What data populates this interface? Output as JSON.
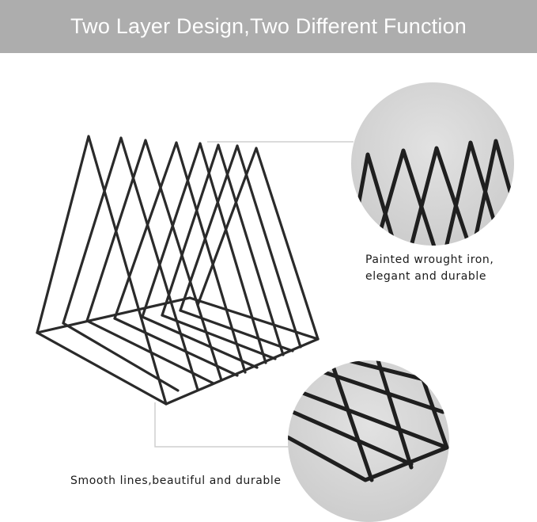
{
  "banner": {
    "title": "Two Layer Design,Two Different Function",
    "background_color": "#adadad",
    "text_color": "#ffffff"
  },
  "product": {
    "name": "triangle wire file rack",
    "finish_color": "#2a2a2a",
    "slot_count": 8
  },
  "callouts": [
    {
      "id": "detail-top",
      "caption_lines": [
        "Painted wrought iron,",
        "elegant and durable"
      ],
      "detail": "zig-zag top wire peaks"
    },
    {
      "id": "detail-bottom",
      "caption_lines": [
        "Smooth lines,beautiful and durable"
      ],
      "detail": "base wire joints"
    }
  ],
  "colors": {
    "circle_fill": "#d9d9d9",
    "callout_line": "#cfcfcf",
    "wire": "#2a2a2a",
    "caption_text": "#1a1a1a"
  }
}
